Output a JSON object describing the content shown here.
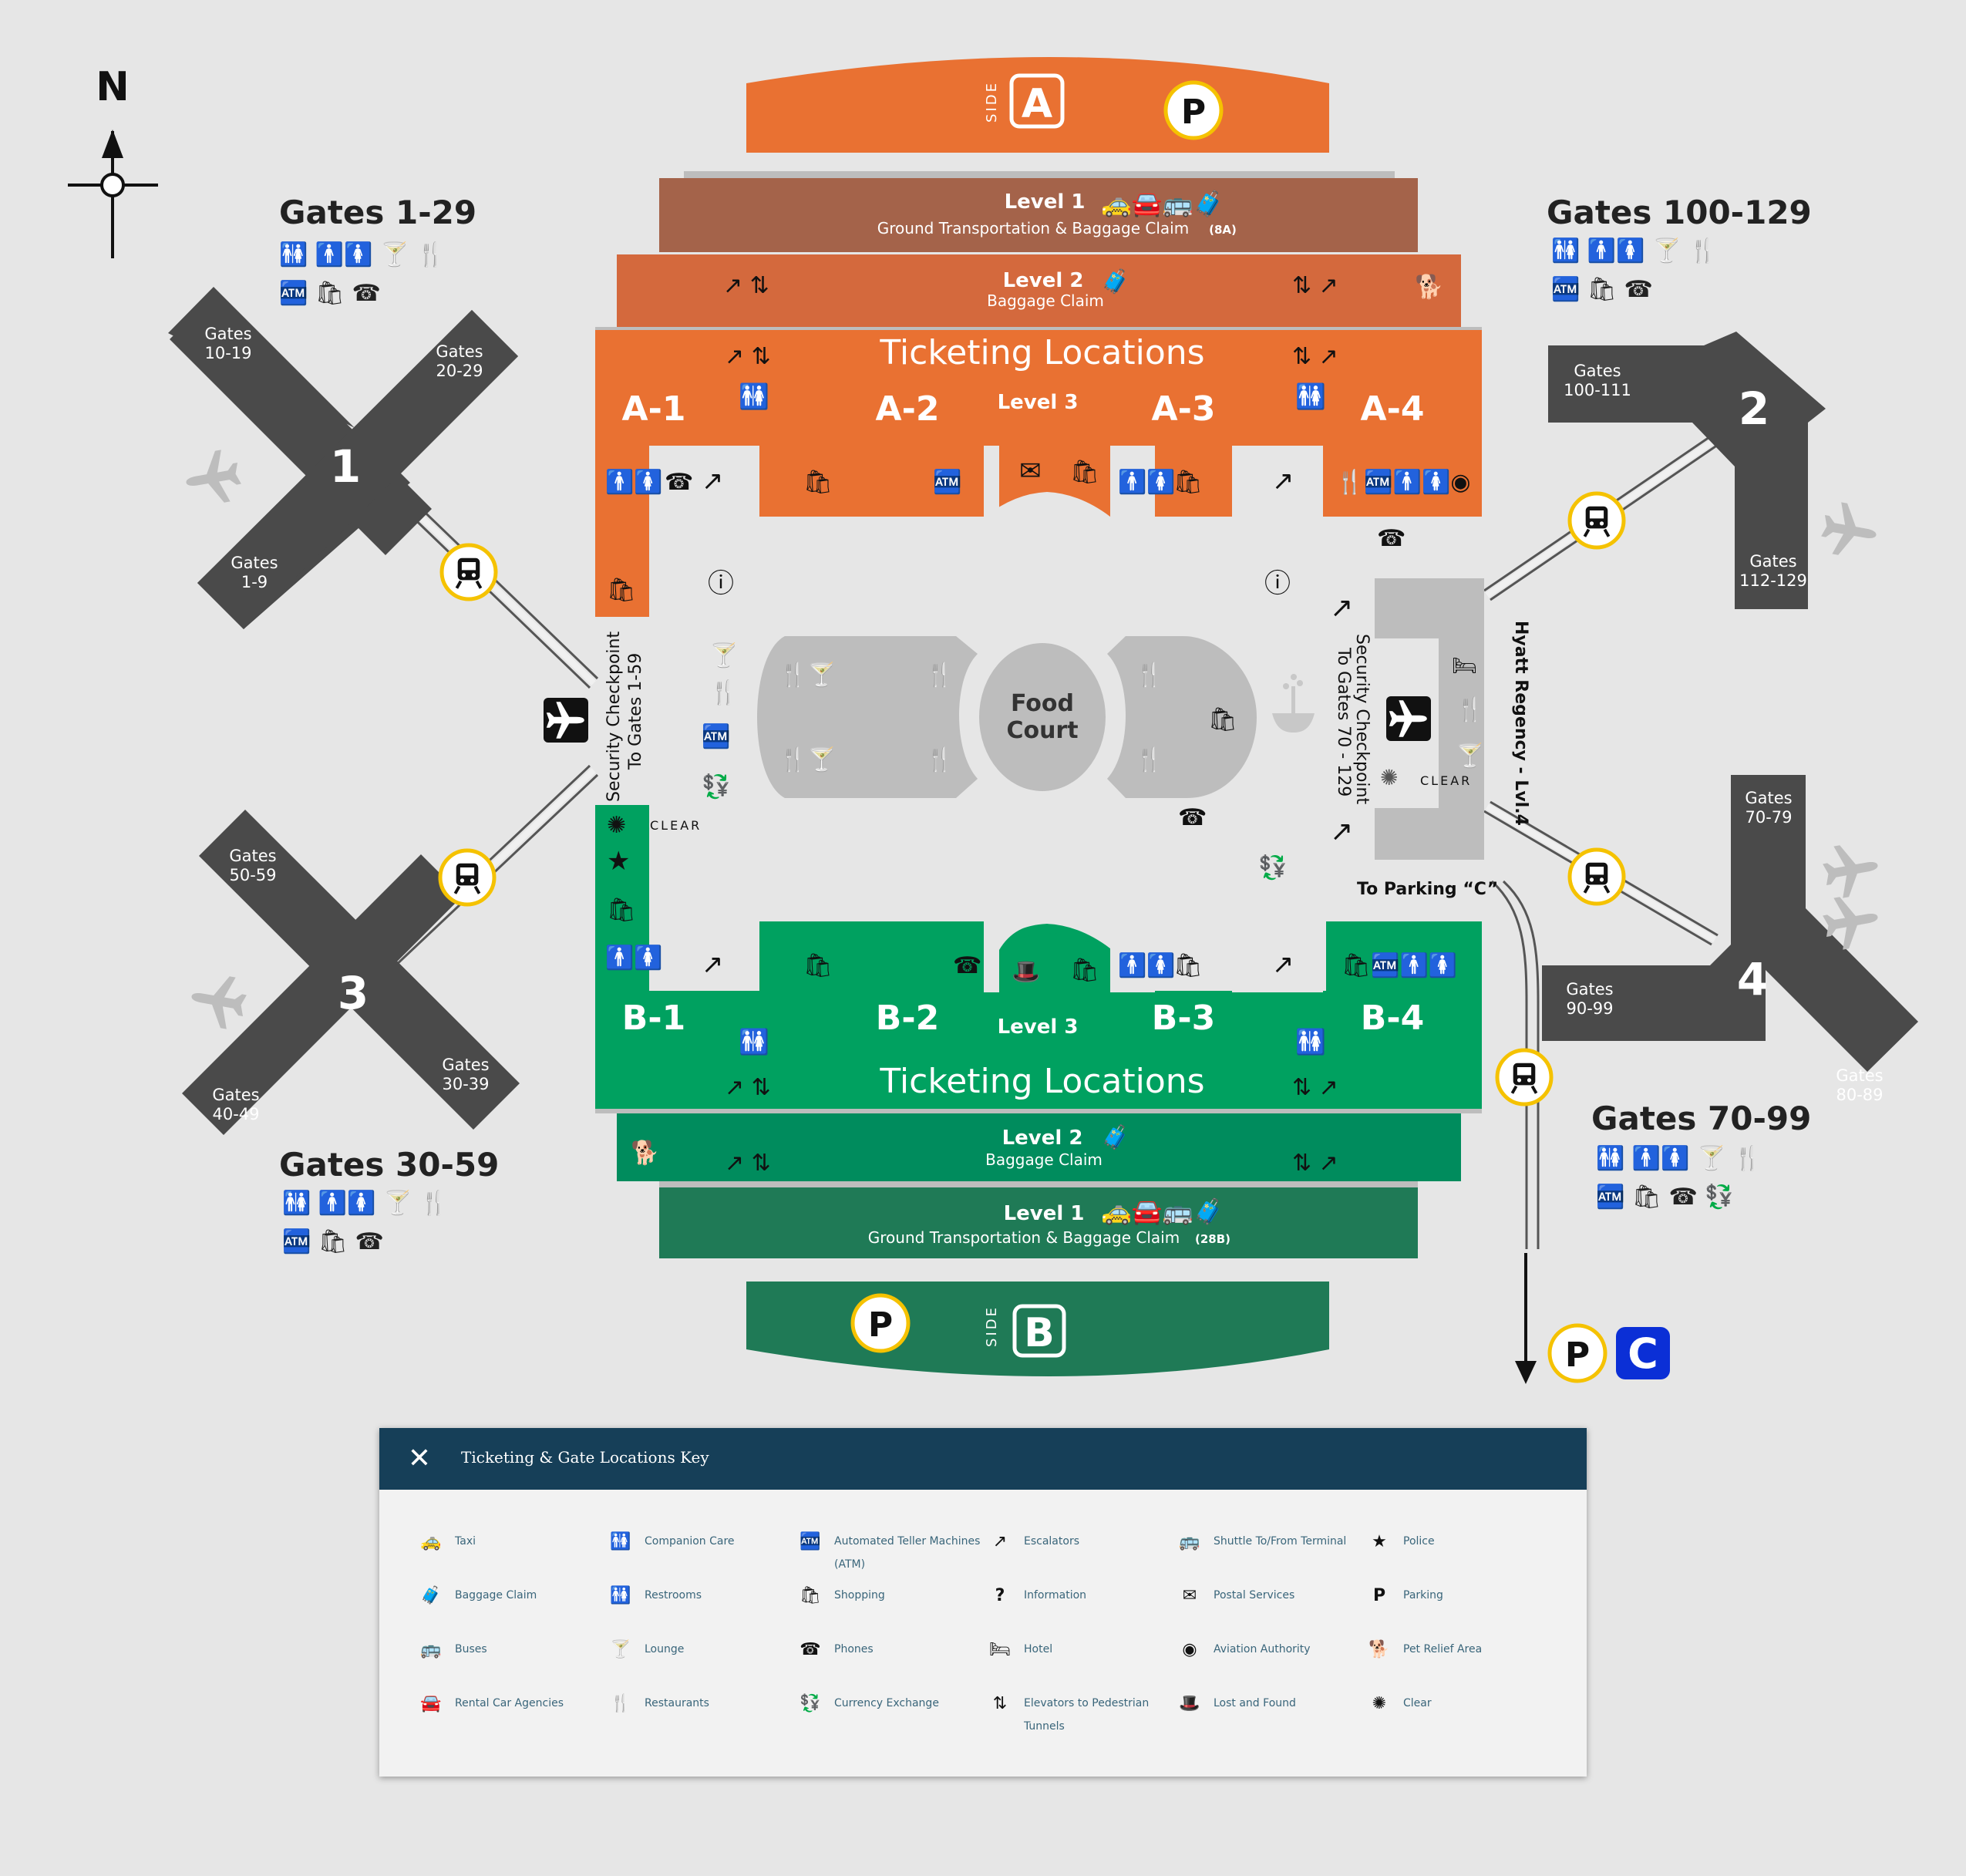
{
  "north": "N",
  "side_a": {
    "side_word": "SIDE",
    "letter": "A",
    "parking": "P"
  },
  "side_b": {
    "side_word": "SIDE",
    "letter": "B",
    "parking": "P"
  },
  "parking_c": {
    "parking": "P",
    "letter": "C"
  },
  "to_parking_c": "To Parking “C”",
  "hyatt": "Hyatt Regency - Lvl.4",
  "security_west": {
    "line1": "Security Checkpoint",
    "line2": "To Gates 1-59"
  },
  "security_east": {
    "line1": "Security Checkpoint",
    "line2": "To Gates 70 - 129"
  },
  "clear": "CLEAR",
  "food_court": {
    "line1": "Food",
    "line2": "Court"
  },
  "a_levels": {
    "level1": "Level 1",
    "level1_sub": "Ground Transportation & Baggage Claim",
    "level1_code": "(8A)",
    "level2": "Level 2",
    "level2_sub": "Baggage Claim",
    "level3": "Level 3",
    "ticketing": "Ticketing Locations",
    "zones": [
      "A-1",
      "A-2",
      "A-3",
      "A-4"
    ]
  },
  "b_levels": {
    "level1": "Level 1",
    "level1_sub": "Ground Transportation & Baggage Claim",
    "level1_code": "(28B)",
    "level2": "Level 2",
    "level2_sub": "Baggage Claim",
    "level3": "Level 3",
    "ticketing": "Ticketing Locations",
    "zones": [
      "B-1",
      "B-2",
      "B-3",
      "B-4"
    ]
  },
  "airsides": [
    {
      "number": "1",
      "title": "Gates 1-29",
      "arms": [
        [
          "Gates",
          "10-19"
        ],
        [
          "Gates",
          "20-29"
        ],
        [
          "Gates",
          "1-9"
        ]
      ]
    },
    {
      "number": "2",
      "title": "Gates 100-129",
      "arms": [
        [
          "Gates",
          "100-111"
        ],
        [
          "Gates",
          "112-129"
        ]
      ]
    },
    {
      "number": "3",
      "title": "Gates 30-59",
      "arms": [
        [
          "Gates",
          "50-59"
        ],
        [
          "Gates",
          "40-49"
        ],
        [
          "Gates",
          "30-39"
        ]
      ]
    },
    {
      "number": "4",
      "title": "Gates 70-99",
      "arms": [
        [
          "Gates",
          "70-79"
        ],
        [
          "Gates",
          "90-99"
        ],
        [
          "Gates",
          "80-89"
        ]
      ]
    }
  ],
  "key": {
    "title": "Ticketing & Gate Locations Key",
    "items": [
      {
        "icon": "taxi-icon",
        "label": "Taxi"
      },
      {
        "icon": "companion-care-icon",
        "label": "Companion Care"
      },
      {
        "icon": "atm-icon",
        "label": "Automated Teller Machines (ATM)"
      },
      {
        "icon": "escalator-icon",
        "label": "Escalators"
      },
      {
        "icon": "shuttle-icon",
        "label": "Shuttle To/From Terminal"
      },
      {
        "icon": "police-icon",
        "label": "Police"
      },
      {
        "icon": "baggage-claim-icon",
        "label": "Baggage Claim"
      },
      {
        "icon": "restroom-icon",
        "label": "Restrooms"
      },
      {
        "icon": "shopping-icon",
        "label": "Shopping"
      },
      {
        "icon": "information-icon",
        "label": "Information"
      },
      {
        "icon": "postal-icon",
        "label": "Postal Services"
      },
      {
        "icon": "parking-icon",
        "label": "Parking"
      },
      {
        "icon": "bus-icon",
        "label": "Buses"
      },
      {
        "icon": "lounge-icon",
        "label": "Lounge"
      },
      {
        "icon": "phone-icon",
        "label": "Phones"
      },
      {
        "icon": "hotel-icon",
        "label": "Hotel"
      },
      {
        "icon": "aviation-authority-icon",
        "label": "Aviation Authority"
      },
      {
        "icon": "pet-relief-icon",
        "label": "Pet Relief Area"
      },
      {
        "icon": "rental-car-icon",
        "label": "Rental Car Agencies"
      },
      {
        "icon": "restaurant-icon",
        "label": "Restaurants"
      },
      {
        "icon": "currency-exchange-icon",
        "label": "Currency Exchange"
      },
      {
        "icon": "elevator-icon",
        "label": "Elevators to Pedestrian Tunnels"
      },
      {
        "icon": "lost-found-icon",
        "label": "Lost and Found"
      },
      {
        "icon": "clear-icon",
        "label": "Clear"
      }
    ]
  },
  "colors": {
    "background": "#e6e6e6",
    "orange": "#e97132",
    "orange_level2": "#d4693d",
    "brown_level1": "#a4634a",
    "green": "#00a160",
    "green_level2": "#008c5d",
    "green_level1": "#1f7a56",
    "airside": "#4a4a4a",
    "hall": "#bdbdbd",
    "tram_ring": "#f5c200",
    "clear_blue": "#0b2fd6",
    "key_header": "#163f58"
  }
}
